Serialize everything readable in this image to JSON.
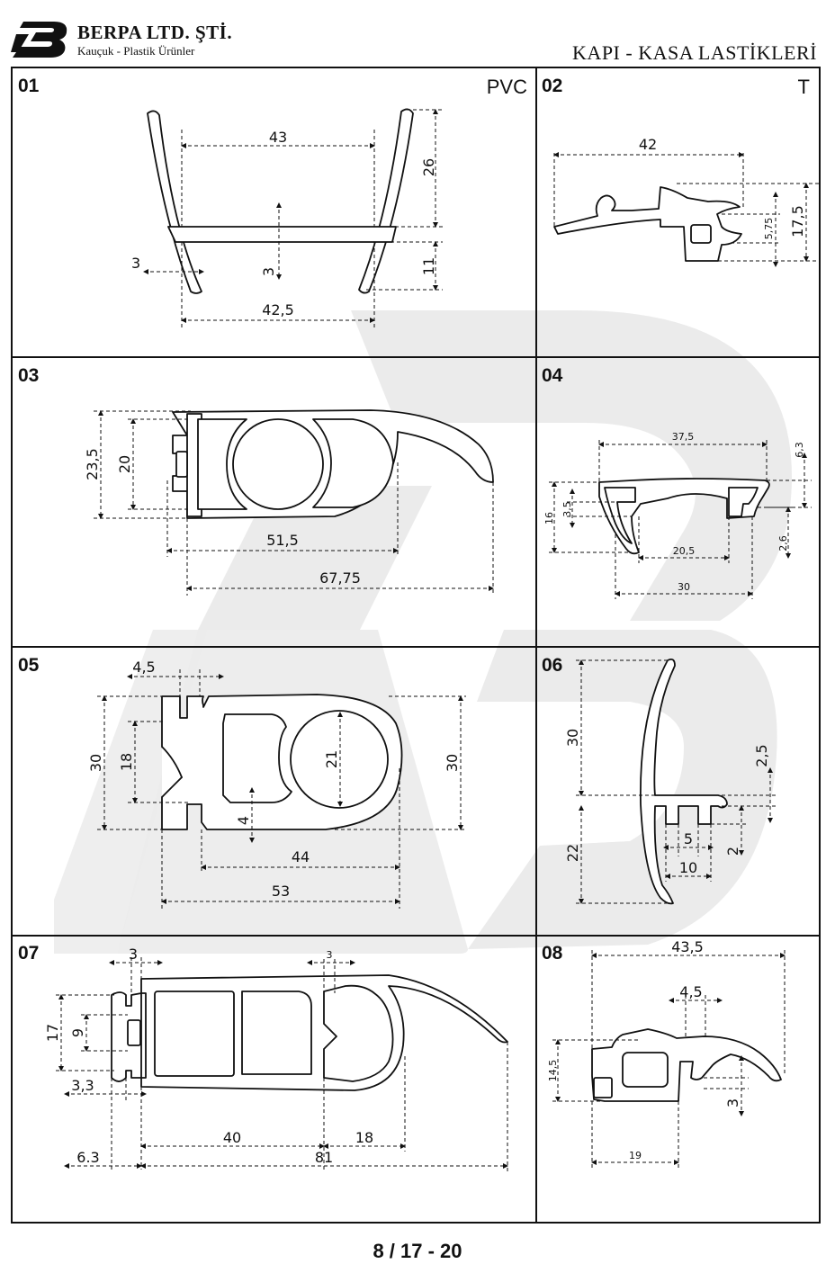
{
  "header": {
    "company_name": "BERPA LTD. ŞTİ.",
    "company_sub": "Kauçuk - Plastik Ürünler",
    "title": "KAPI - KASA LASTİKLERİ"
  },
  "footer": {
    "page": "8 / 17 - 20"
  },
  "panels": [
    {
      "id": "01",
      "material": "PVC",
      "dims": [
        "43",
        "26",
        "3",
        "3",
        "11",
        "42,5"
      ]
    },
    {
      "id": "02",
      "material": "T",
      "dims": [
        "42",
        "5,75",
        "17,5"
      ]
    },
    {
      "id": "03",
      "material": "",
      "dims": [
        "23,5",
        "20",
        "51,5",
        "67,75"
      ]
    },
    {
      "id": "04",
      "material": "",
      "dims": [
        "37,5",
        "6,3",
        "16",
        "3,5",
        "20,5",
        "2,6",
        "30"
      ]
    },
    {
      "id": "05",
      "material": "",
      "dims": [
        "4,5",
        "30",
        "18",
        "21",
        "30",
        "4",
        "44",
        "53"
      ]
    },
    {
      "id": "06",
      "material": "",
      "dims": [
        "30",
        "2,5",
        "22",
        "5",
        "2",
        "10"
      ]
    },
    {
      "id": "07",
      "material": "",
      "dims": [
        "3",
        "3",
        "17",
        "9",
        "3,3",
        "40",
        "18",
        "6.3",
        "81"
      ]
    },
    {
      "id": "08",
      "material": "",
      "dims": [
        "43,5",
        "4,5",
        "14,5",
        "3",
        "19"
      ]
    }
  ]
}
